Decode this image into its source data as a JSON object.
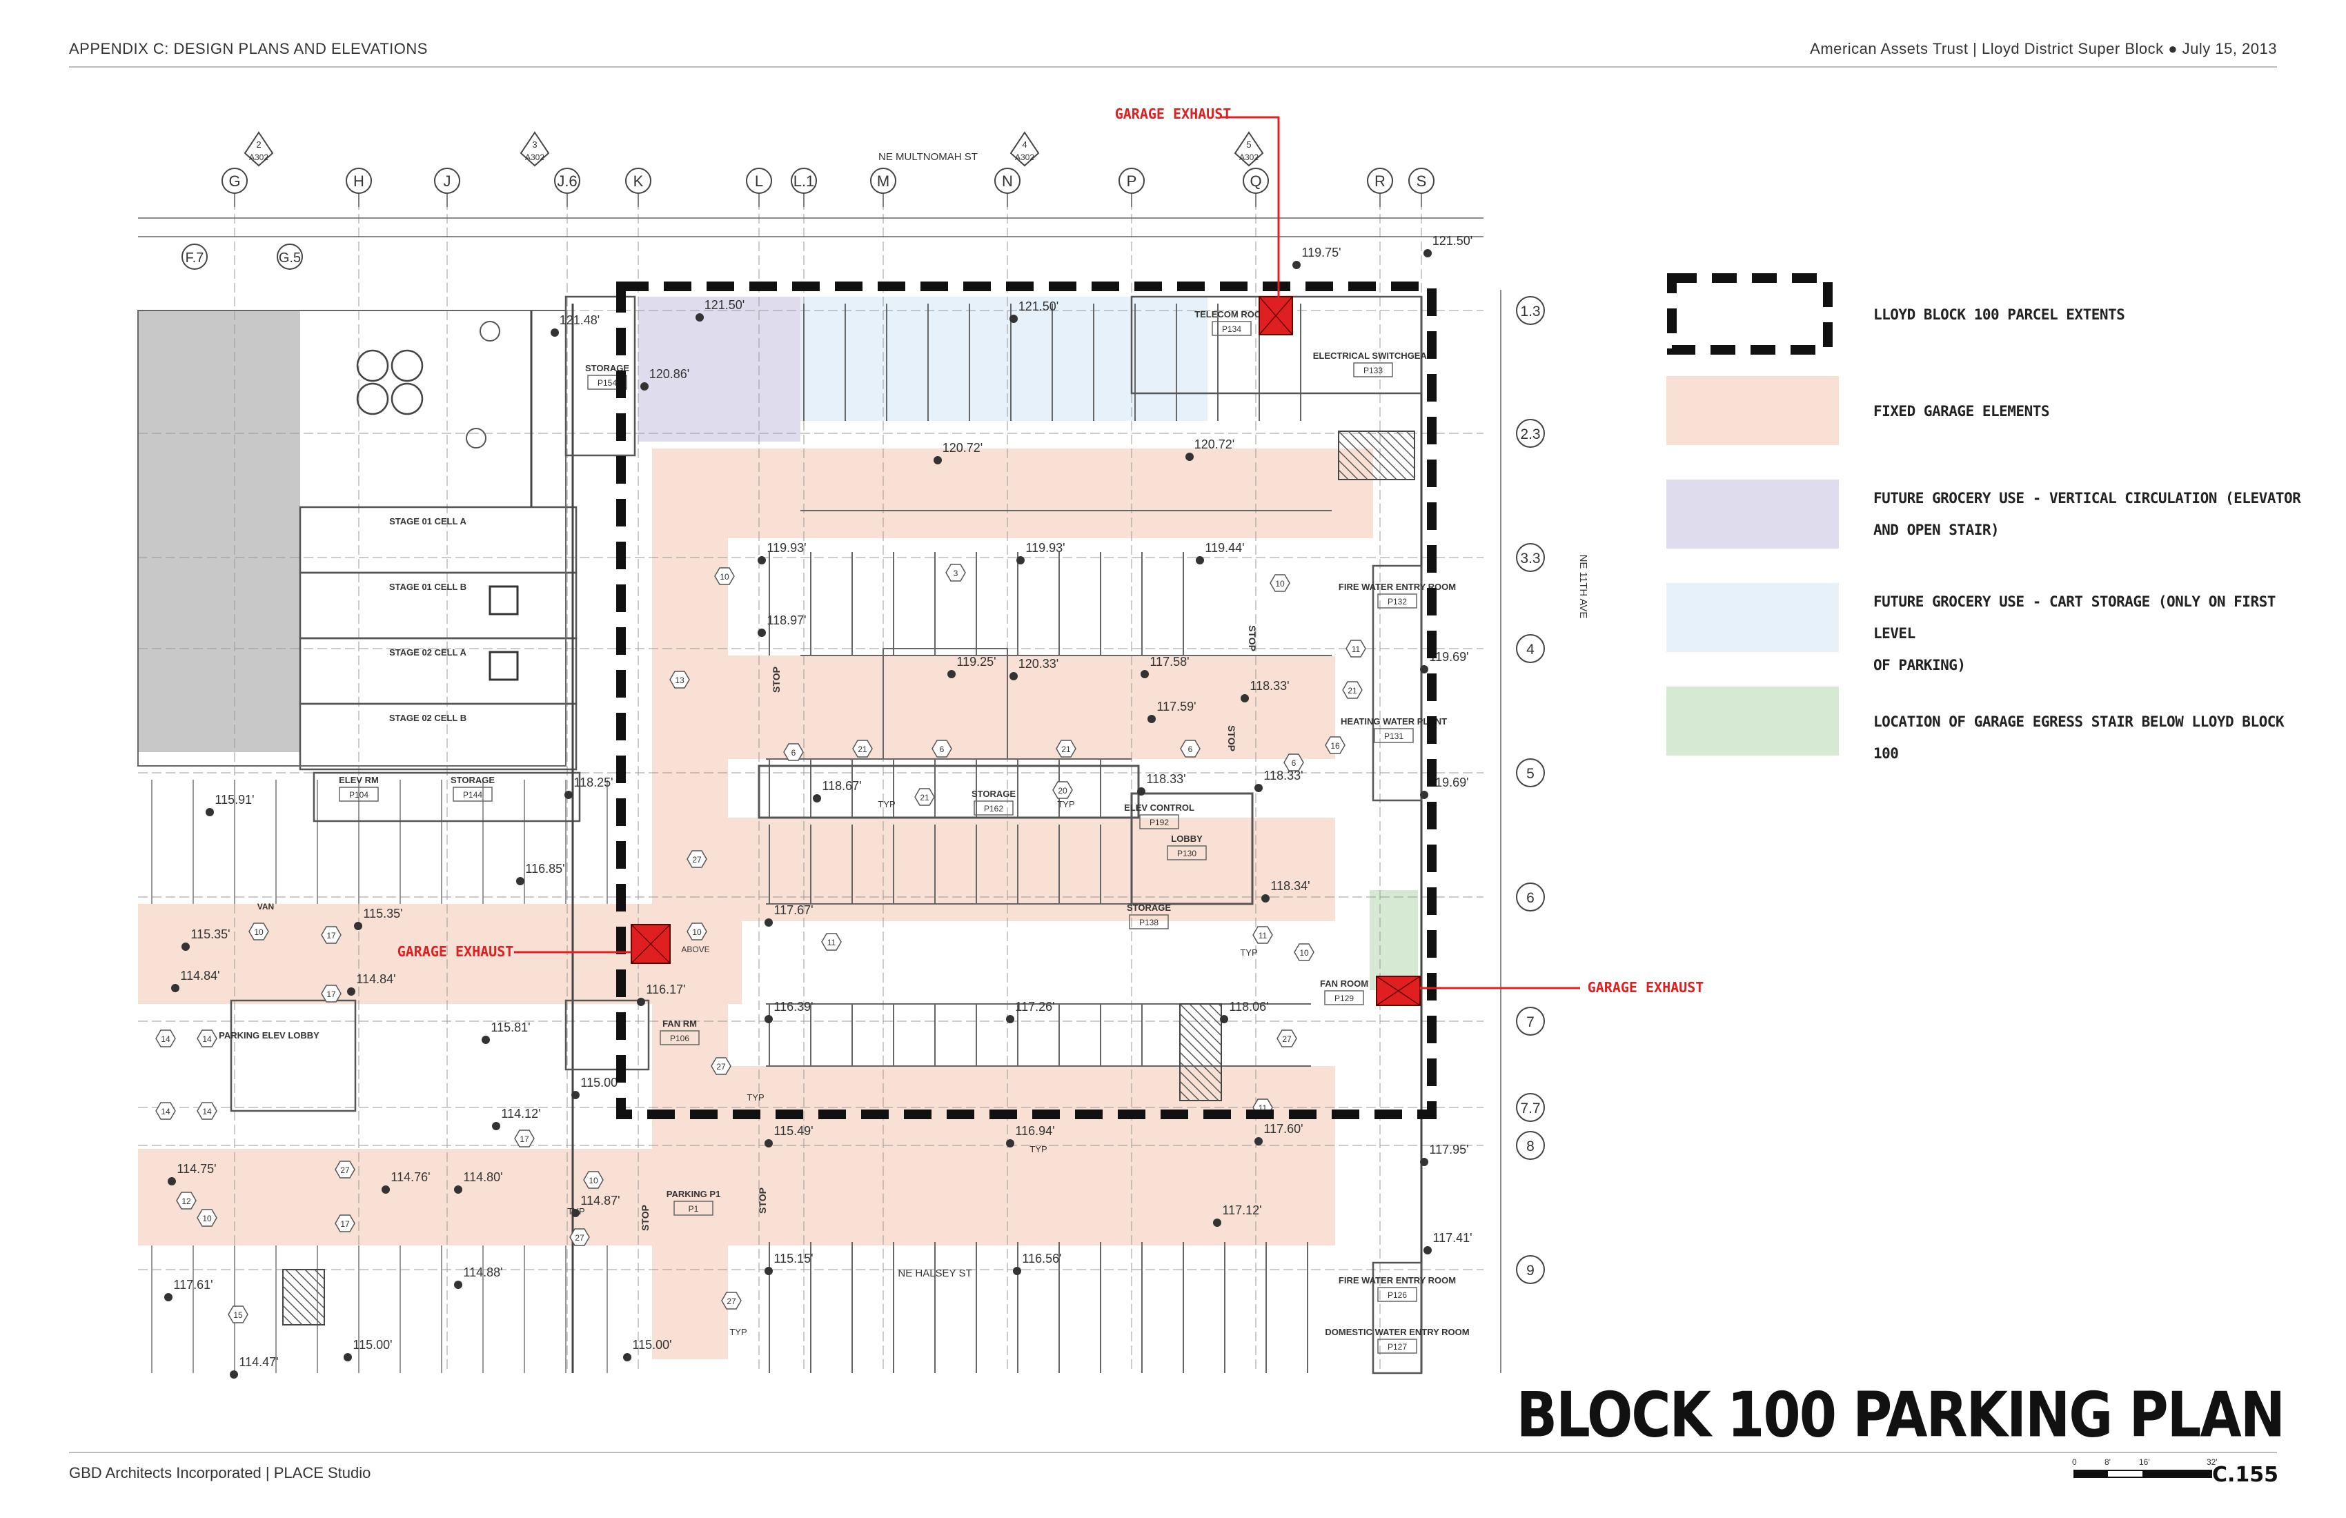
{
  "header": {
    "left": "APPENDIX C: DESIGN PLANS AND ELEVATIONS",
    "right": "American Assets Trust | Lloyd District Super Block  ●  July 15, 2013"
  },
  "plan": {
    "street_north": "NE MULTNOMAH ST",
    "street_south": "NE HALSEY ST",
    "street_east": "NE 11TH AVE",
    "exhaust_label": "GARAGE EXHAUST",
    "grid_top": [
      "G",
      "H",
      "J",
      "J.6",
      "K",
      "L",
      "L.1",
      "M",
      "N",
      "P",
      "Q",
      "R",
      "S"
    ],
    "grid_top2": [
      "F.7",
      "G.5"
    ],
    "grid_right": [
      "1.3",
      "2.3",
      "3.3",
      "4",
      "5",
      "6",
      "7",
      "7.7",
      "8",
      "9"
    ],
    "section_marks": [
      {
        "num": "2",
        "sheet": "A302"
      },
      {
        "num": "3",
        "sheet": "A302"
      },
      {
        "num": "4",
        "sheet": "A302"
      },
      {
        "num": "5",
        "sheet": "A302"
      }
    ],
    "rooms": [
      {
        "name": "TELECOM ROOM",
        "num": "P134"
      },
      {
        "name": "ELECTRICAL SWITCHGEAR",
        "num": "P133"
      },
      {
        "name": "STORAGE",
        "num": "P154"
      },
      {
        "name": "STAGE 01 CELL A",
        "num": ""
      },
      {
        "name": "STAGE 01 CELL B",
        "num": ""
      },
      {
        "name": "STAGE 02 CELL A",
        "num": ""
      },
      {
        "name": "STAGE 02 CELL B",
        "num": ""
      },
      {
        "name": "ELEV RM",
        "num": "P104"
      },
      {
        "name": "STORAGE",
        "num": "P144"
      },
      {
        "name": "STORAGE",
        "num": "P162"
      },
      {
        "name": "ELEV CONTROL",
        "num": "P192"
      },
      {
        "name": "LOBBY",
        "num": "P130"
      },
      {
        "name": "STORAGE",
        "num": "P138"
      },
      {
        "name": "FIRE WATER ENTRY ROOM",
        "num": "P132"
      },
      {
        "name": "HEATING WATER PLANT",
        "num": "P131"
      },
      {
        "name": "FAN ROOM",
        "num": "P129"
      },
      {
        "name": "FAN RM",
        "num": "P106"
      },
      {
        "name": "PARKING P1",
        "num": "P1"
      },
      {
        "name": "PARKING ELEV LOBBY",
        "num": ""
      },
      {
        "name": "FIRE WATER ENTRY ROOM",
        "num": "P126"
      },
      {
        "name": "DOMESTIC WATER ENTRY ROOM",
        "num": "P127"
      }
    ],
    "elevations": [
      "121.50'",
      "121.48'",
      "120.86'",
      "120.72'",
      "120.72'",
      "119.93'",
      "119.93'",
      "119.44'",
      "118.97'",
      "119.25'",
      "120.33'",
      "117.58'",
      "117.59'",
      "118.33'",
      "118.33'",
      "118.33'",
      "118.67'",
      "118.25'",
      "116.85'",
      "115.91'",
      "115.35'",
      "115.35'",
      "114.84'",
      "114.84'",
      "116.17'",
      "117.67'",
      "118.34'",
      "116.39'",
      "117.26'",
      "118.06'",
      "115.81'",
      "115.00'",
      "114.12'",
      "115.49'",
      "116.94'",
      "117.60'",
      "114.75'",
      "114.76'",
      "114.80'",
      "114.87'",
      "117.12'",
      "117.95'",
      "115.15'",
      "116.56'",
      "117.41'",
      "117.61'",
      "114.88'",
      "115.00'",
      "115.00'",
      "114.47'",
      "119.69'",
      "119.69'",
      "121.50'",
      "121.50'",
      "119.75'"
    ],
    "stop": "STOP",
    "typ": "TYP",
    "above": "ABOVE",
    "van": "VAN"
  },
  "legend": {
    "items": [
      {
        "label_lines": [
          "LLOYD BLOCK 100 PARCEL EXTENTS"
        ],
        "style": "dashed"
      },
      {
        "label_lines": [
          "FIXED GARAGE ELEMENTS"
        ],
        "style": "fill",
        "color": "#f8e0d4"
      },
      {
        "label_lines": [
          "FUTURE GROCERY  USE - VERTICAL CIRCULATION (ELEVATOR",
          "AND OPEN STAIR)"
        ],
        "style": "fill",
        "color": "#dfdcee"
      },
      {
        "label_lines": [
          "FUTURE GROCERY  USE - CART STORAGE (ONLY ON FIRST LEVEL",
          "OF PARKING)"
        ],
        "style": "fill",
        "color": "#e6f1fa"
      },
      {
        "label_lines": [
          "LOCATION OF GARAGE EGRESS STAIR BELOW LLOYD BLOCK 100"
        ],
        "style": "fill",
        "color": "#d6e9d3"
      }
    ]
  },
  "title": "BLOCK 100 PARKING PLAN",
  "footer": "GBD Architects Incorporated  |  PLACE Studio",
  "sheet": "C.155",
  "scale": [
    "0",
    "8'",
    "16'",
    "32'"
  ],
  "colors": {
    "exhaust": "#e02020",
    "fixed": "#f8e0d4",
    "grocery_vert": "#dfdcee",
    "cart": "#e6f1fa",
    "egress": "#d6e9d3"
  }
}
